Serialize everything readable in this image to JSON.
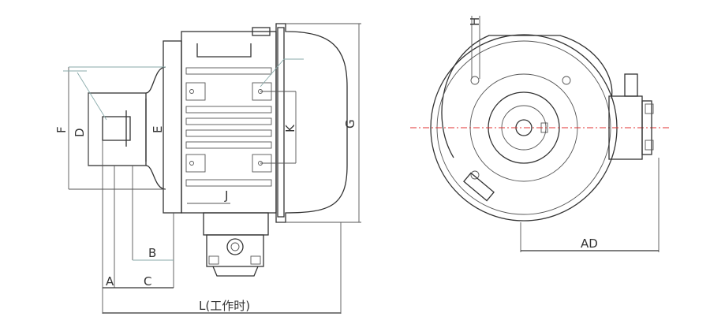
{
  "labels": {
    "F": "F",
    "D": "D",
    "E": "E",
    "K": "K",
    "G": "G",
    "J": "J",
    "B": "B",
    "A": "A",
    "C": "C",
    "L": "L(工作时)",
    "AD": "AD",
    "H": "H"
  },
  "colors": {
    "centerline": "#e03030",
    "leader": "#c8c86a",
    "line": "#333333"
  }
}
